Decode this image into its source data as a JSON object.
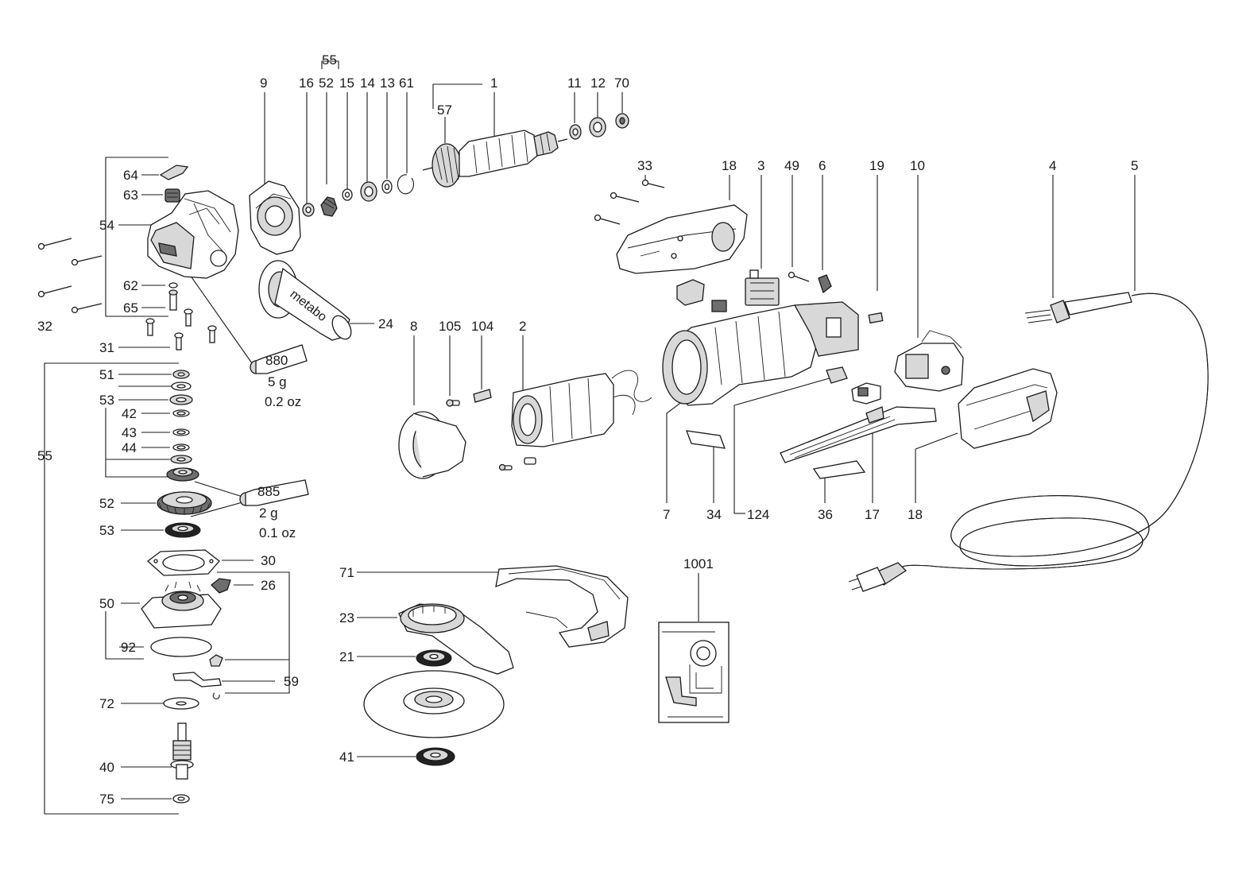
{
  "part_labels": {
    "p1": "1",
    "p2": "2",
    "p3": "3",
    "p4": "4",
    "p5": "5",
    "p6": "6",
    "p7": "7",
    "p8": "8",
    "p9": "9",
    "p10": "10",
    "p11": "11",
    "p12": "12",
    "p13": "13",
    "p14": "14",
    "p15": "15",
    "p16": "16",
    "p17": "17",
    "p18a": "18",
    "p18b": "18",
    "p19": "19",
    "p21": "21",
    "p23": "23",
    "p24": "24",
    "p26": "26",
    "p30": "30",
    "p31": "31",
    "p32": "32",
    "p33": "33",
    "p34": "34",
    "p36": "36",
    "p40": "40",
    "p41": "41",
    "p42": "42",
    "p43": "43",
    "p44": "44",
    "p49": "49",
    "p50": "50",
    "p51": "51",
    "p52a": "52",
    "p52b": "52",
    "p53a": "53",
    "p53b": "53",
    "p54": "54",
    "p55a": "55",
    "p55b": "55",
    "p57": "57",
    "p59": "59",
    "p61": "61",
    "p62": "62",
    "p63": "63",
    "p64": "64",
    "p65": "65",
    "p70": "70",
    "p71": "71",
    "p72": "72",
    "p75": "75",
    "p92": "92",
    "p104": "104",
    "p105": "105",
    "p124": "124",
    "p1001": "1001"
  },
  "grease": {
    "tube_880_code": "880",
    "tube_880_weight_g": "5 g",
    "tube_880_weight_oz": "0.2 oz",
    "tube_885_code": "885",
    "tube_885_weight_g": "2 g",
    "tube_885_weight_oz": "0.1 oz"
  },
  "branding": {
    "handle_logo": "metabo"
  }
}
